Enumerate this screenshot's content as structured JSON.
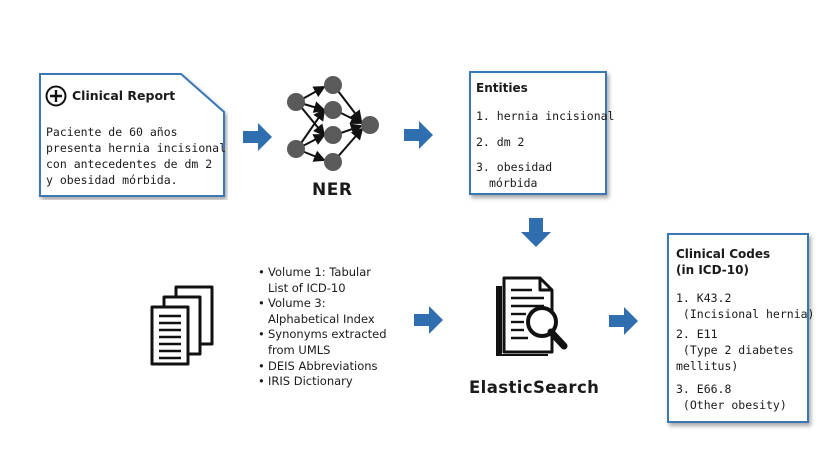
{
  "clinical_report": {
    "title": "Clinical Report",
    "text_lines": [
      "Paciente de 60 años",
      "presenta hernia incisional",
      "con antecedentes de dm 2",
      "y obesidad mórbida."
    ]
  },
  "ner": {
    "label": "NER"
  },
  "entities": {
    "title": "Entities",
    "items": [
      "1. hernia incisional",
      "2. dm 2",
      "3. obesidad",
      "mórbida"
    ]
  },
  "sources": {
    "items": [
      [
        "Volume 1: Tabular",
        "List of ICD-10"
      ],
      [
        "Volume 3:",
        "Alphabetical Index"
      ],
      [
        "Synonyms extracted",
        "from UMLS"
      ],
      [
        "DEIS Abbreviations"
      ],
      [
        "IRIS Dictionary"
      ]
    ]
  },
  "search": {
    "label": "ElasticSearch"
  },
  "codes": {
    "title_line1": "Clinical Codes",
    "title_line2": "(in ICD-10)",
    "items": [
      [
        "1. K43.2",
        " (Incisional hernia)"
      ],
      [
        "2. E11",
        " (Type 2 diabetes",
        "mellitus)"
      ],
      [
        "3. E66.8",
        " (Other obesity)"
      ]
    ]
  },
  "colors": {
    "arrow": "#2f6fb0",
    "border": "#3a78b4",
    "node": "#5a5a5a"
  }
}
